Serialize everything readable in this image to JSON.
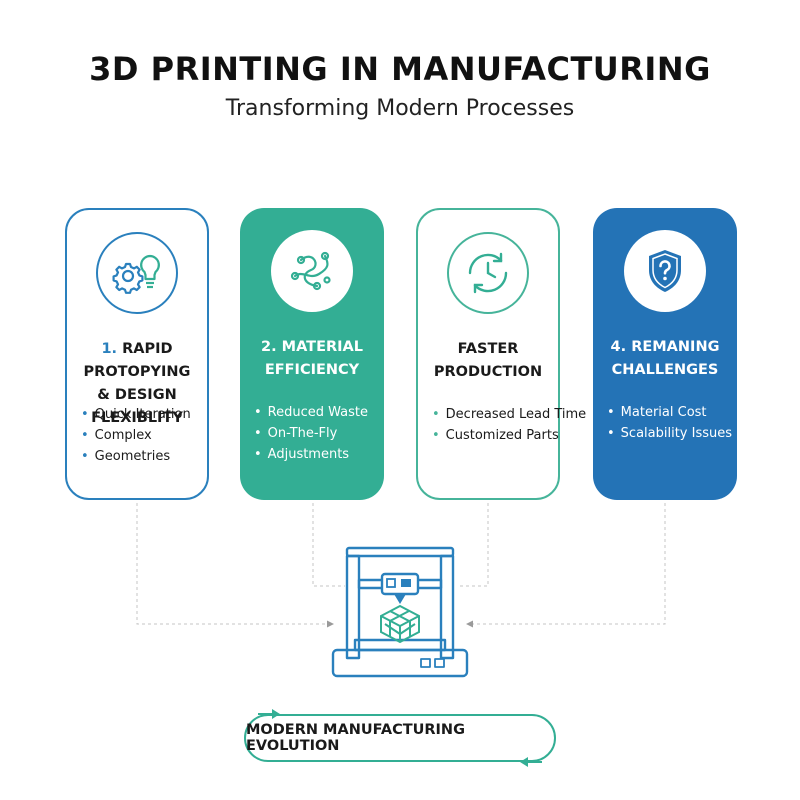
{
  "title": "3D PRINTING IN MANUFACTURING",
  "subtitle": "Transforming Modern Processes",
  "cards": [
    {
      "number": "1.",
      "heading_line1": "RAPID PROTOPYING",
      "heading_line2": "& DESIGN FLEXIBLITY",
      "icon": "gear-lightbulb-icon",
      "bullets": [
        "Quick Iteration",
        "Complex",
        "Geometries"
      ]
    },
    {
      "number": "2.",
      "heading_line1": "MATERIAL",
      "heading_line2": "EFFICIENCY",
      "icon": "material-flow-icon",
      "bullets": [
        "Reduced Waste",
        "On-The-Fly",
        "Adjustments"
      ]
    },
    {
      "number": "",
      "heading_line1": "FASTER",
      "heading_line2": "PRODUCTION",
      "icon": "clock-cycle-icon",
      "bullets": [
        "Decreased Lead Time",
        "Customized Parts"
      ]
    },
    {
      "number": "4.",
      "heading_line1": "REMANING",
      "heading_line2": "CHALLENGES",
      "icon": "shield-question-icon",
      "bullets": [
        "Material Cost",
        "Scalability Issues"
      ]
    }
  ],
  "center_icon": "3d-printer-icon",
  "footer": "MODERN MANUFACTURING EVOLUTION",
  "colors": {
    "blue": "#2a80bd",
    "dark_blue": "#2473b6",
    "teal": "#33ae94",
    "light_teal": "#46b49a"
  }
}
